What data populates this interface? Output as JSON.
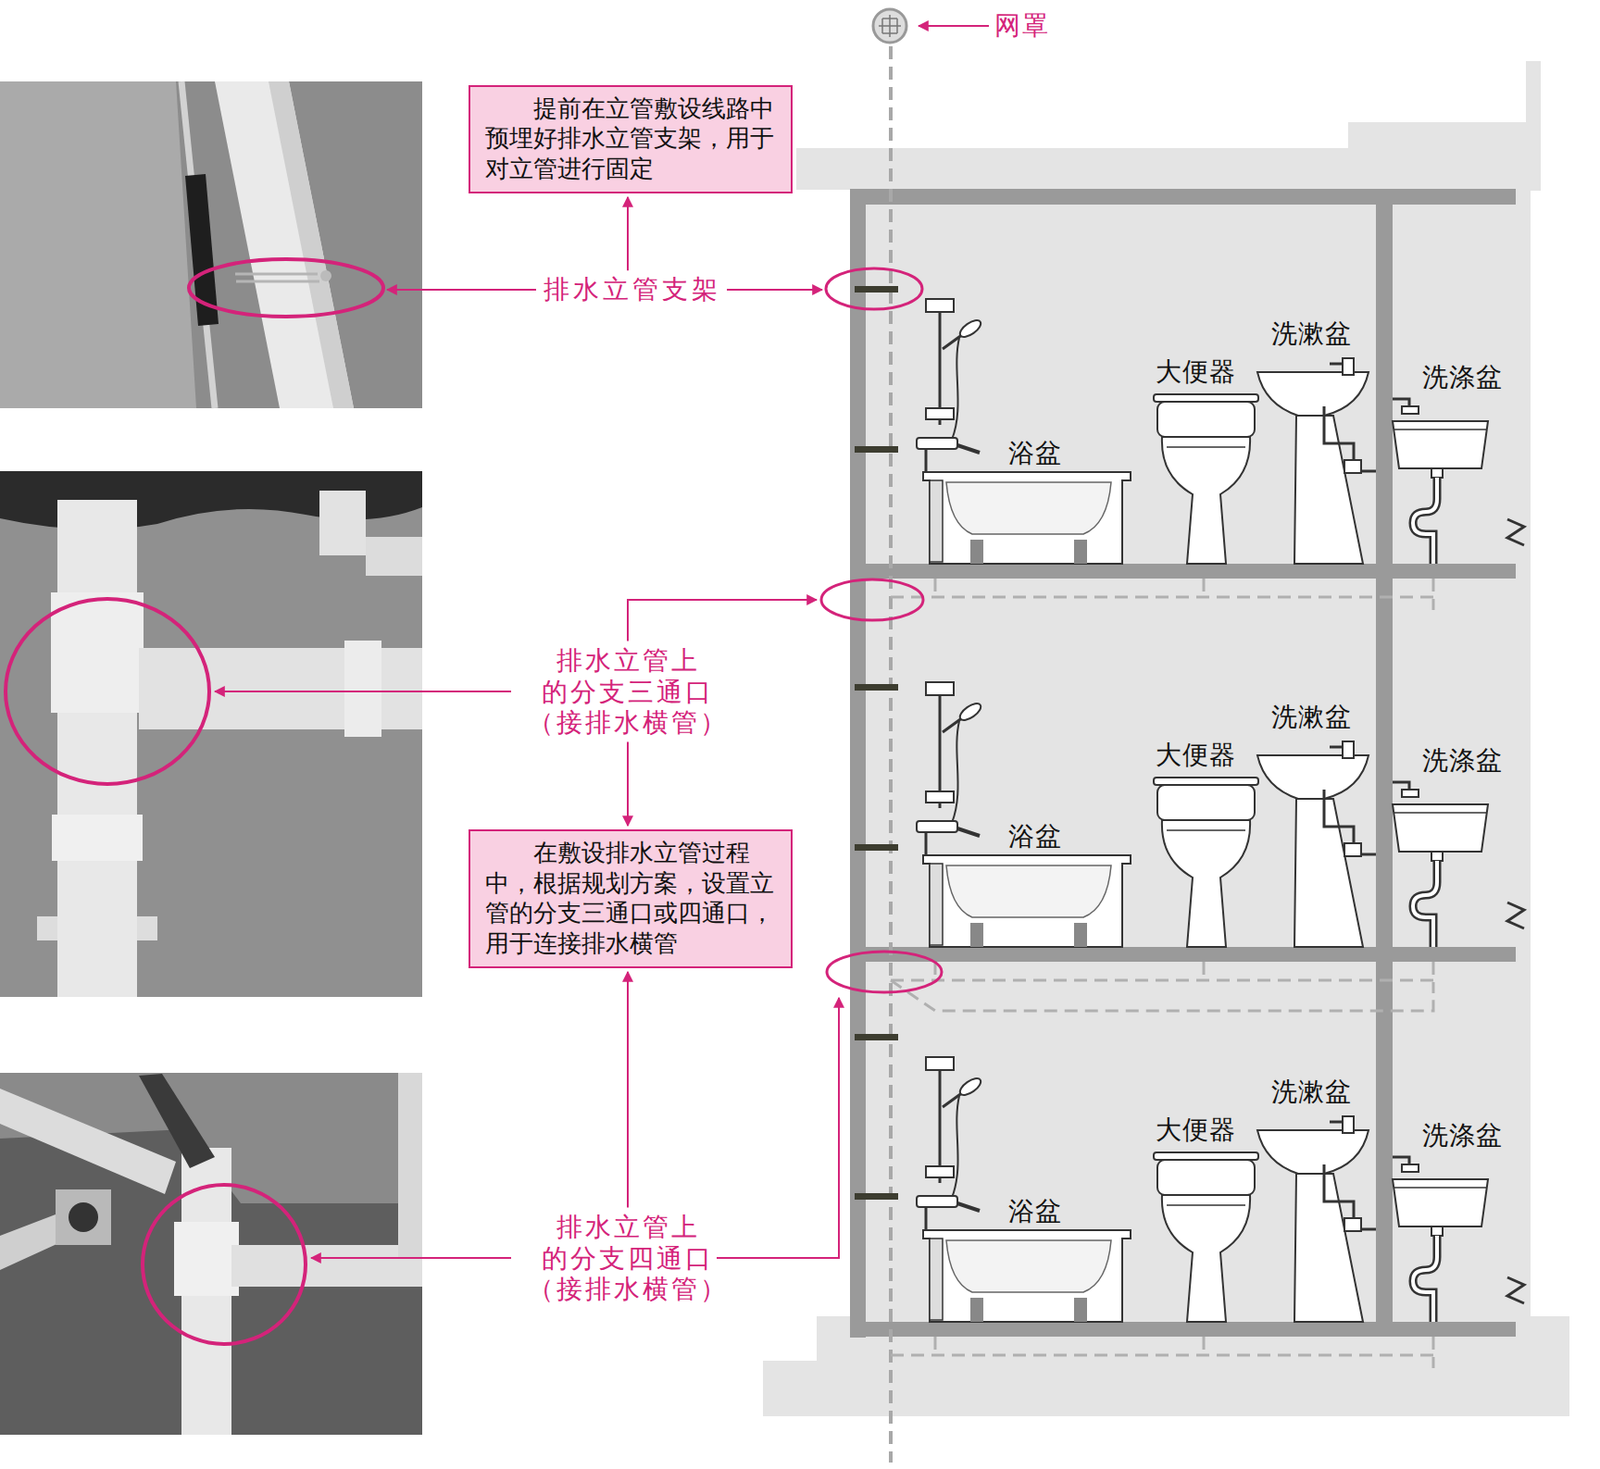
{
  "diagram": {
    "nodes": [
      {
        "text": [
          "提前在立管敷设线路中预埋好排水立管支架，用于对立管进行固定"
        ]
      },
      {
        "text": [
          "在敷设排水立管过程中，根据规划方案，设置立管的分支三通口或四通口，用于连接排水横管"
        ]
      }
    ],
    "labels": [
      "网罩",
      "排水立管支架",
      "排水立管上 的分支三通口 （接排水横管）",
      "排水立管上 的分支四通口 （接排水横管）",
      "洗漱盆",
      "大便器",
      "洗涤盆",
      "浴盆",
      "洗漱盆",
      "大便器",
      "洗涤盆",
      "浴盆",
      "洗漱盆",
      "大便器",
      "洗涤盆",
      "浴盆"
    ]
  }
}
